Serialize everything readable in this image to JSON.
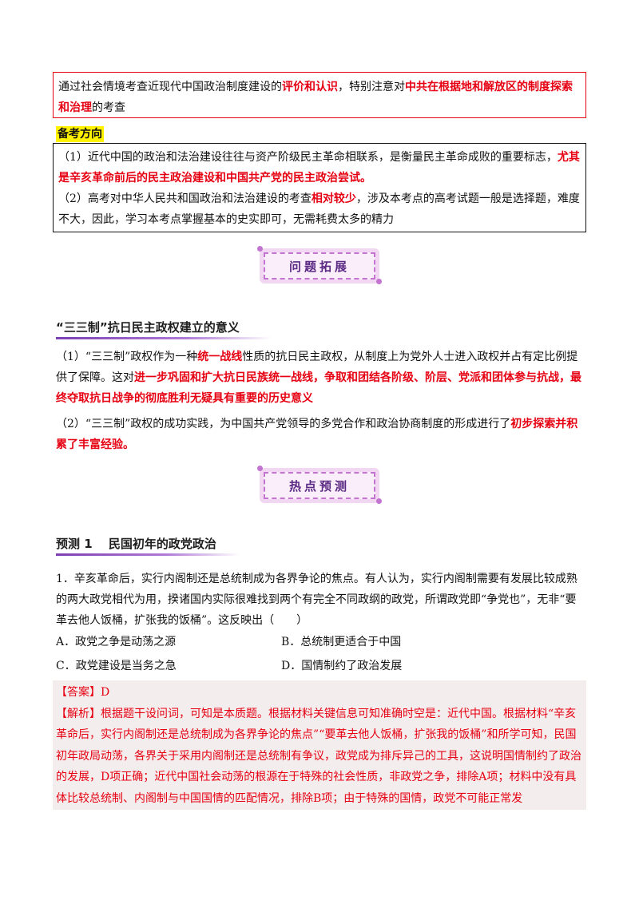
{
  "exam_focus_box": {
    "seg1": "通过社会情境考查近现代中国政治制度建设的",
    "seg2": "评价和认识",
    "seg3": "，特别注意对",
    "seg4": "中共在根据地和解放区的制度探索和治理",
    "seg5": "的考查"
  },
  "direction_label": "备考方向",
  "direction_box": {
    "p1_seg1": "（1）近代中国的政治和法治建设往往与资产阶级民主革命相联系，是衡量民主革命成败的重要标志，",
    "p1_seg2": "尤其是辛亥革命前后的民主政治建设和中国共产党的民主政治尝试。",
    "p2_seg1": "（2）高考对中华人民共和国政治和法治建设的考查",
    "p2_seg2": "相对较少",
    "p2_seg3": "，涉及本考点的高考试题一般是选择题，难度不大，因此，学习本考点掌握基本的史实即可，无需耗费太多的精力"
  },
  "banner1": "问题拓展",
  "section1": {
    "title": "“三三制”抗日民主政权建立的意义",
    "p1_seg1": "（1）“三三制”政权作为一种",
    "p1_seg2": "统一战线",
    "p1_seg3": "性质的抗日民主政权，从制度上为党外人士进入政权并占有定比例提供了保障。这对",
    "p1_seg4": "进一步巩固和扩大抗日民族统一战线，争取和团结各阶级、阶层、党派和团体参与抗战，最终夺取抗日战争的彻底胜利无疑具有重要的历史意义",
    "p2_seg1": "（2）“三三制”政权的成功实践，为中国共产党领导的多党合作和政治协商制度的形成进行了",
    "p2_seg2": "初步探索并积累了丰富经验。"
  },
  "banner2": "热点预测",
  "prediction": {
    "title": "预测 1　 民国初年的政党政治",
    "question": "1．辛亥革命后，实行内阁制还是总统制成为各界争论的焦点。有人认为，实行内阁制需要有发展比较成熟的两大政党相代为用，揆诸国内实际很难找到两个有完全不同政纲的政党，所谓政党即“争党也”，无非“要革去他人饭桶，扩张我的饭桶”。这反映出（　　）",
    "options": {
      "a": "A．政党之争是动荡之源",
      "b": "B．总统制更适合于中国",
      "c": "C．政党建设是当务之急",
      "d": "D．国情制约了政治发展"
    },
    "answer": "【答案】D",
    "analysis": "【解析】根据题干设问词，可知是本质题。根据材料关键信息可知准确时空是：近代中国。根据材料“辛亥革命后，实行内阁制还是总统制成为各界争论的焦点”“要革去他人饭桶，扩张我的饭桶”和所学可知，民国初年政局动荡，各界关于采用内阁制还是总统制有争议，政党成为排斥异己的工具，这说明国情制约了政治的发展，D项正确；近代中国社会动荡的根源在于特殊的社会性质，非政党之争，排除A项；材料中没有具体比较总统制、内阁制与中国国情的匹配情况，排除B项；由于特殊的国情，政党不可能正常发"
  },
  "colors": {
    "emphasis_red": "#e60012",
    "highlight_yellow": "#fff200",
    "accent_purple": "#7d3fb3",
    "answer_bg": "#f4eded"
  }
}
